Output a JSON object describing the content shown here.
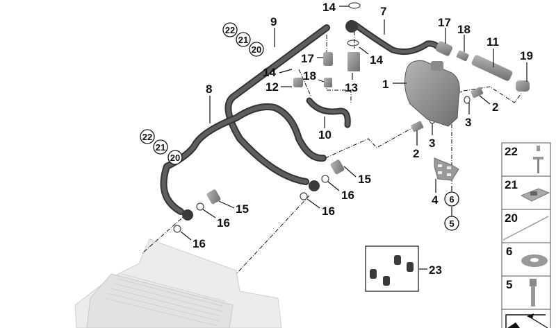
{
  "diagram": {
    "title": "Oil cooler line / transmission oil cooler parts diagram",
    "colors": {
      "hose": "#4a4a4a",
      "hose_light": "#6a6a6a",
      "part": "#8a8a8a",
      "cooler": "#e4e4e4",
      "line": "#111111"
    },
    "callouts": [
      {
        "id": "c14a",
        "text": "14"
      },
      {
        "id": "c7",
        "text": "7"
      },
      {
        "id": "c9",
        "text": "9"
      },
      {
        "id": "c14b",
        "text": "14"
      },
      {
        "id": "c17a",
        "text": "17"
      },
      {
        "id": "c14c",
        "text": "14"
      },
      {
        "id": "c12",
        "text": "12"
      },
      {
        "id": "c18a",
        "text": "18"
      },
      {
        "id": "c13",
        "text": "13"
      },
      {
        "id": "c17b",
        "text": "17"
      },
      {
        "id": "c18b",
        "text": "18"
      },
      {
        "id": "c11",
        "text": "11"
      },
      {
        "id": "c19",
        "text": "19"
      },
      {
        "id": "c1",
        "text": "1"
      },
      {
        "id": "c2a",
        "text": "2"
      },
      {
        "id": "c3a",
        "text": "3"
      },
      {
        "id": "c2b",
        "text": "2"
      },
      {
        "id": "c3b",
        "text": "3"
      },
      {
        "id": "c4",
        "text": "4"
      },
      {
        "id": "c8",
        "text": "8"
      },
      {
        "id": "c10",
        "text": "10"
      },
      {
        "id": "c15a",
        "text": "15"
      },
      {
        "id": "c16a",
        "text": "16"
      },
      {
        "id": "c16b",
        "text": "16"
      },
      {
        "id": "c15b",
        "text": "15"
      },
      {
        "id": "c16c",
        "text": "16"
      },
      {
        "id": "c16d",
        "text": "16"
      },
      {
        "id": "c23",
        "text": "23"
      }
    ],
    "circled_callouts": [
      {
        "id": "cc22a",
        "text": "22"
      },
      {
        "id": "cc21a",
        "text": "21"
      },
      {
        "id": "cc20a",
        "text": "20"
      },
      {
        "id": "cc22b",
        "text": "22"
      },
      {
        "id": "cc21b",
        "text": "21"
      },
      {
        "id": "cc20b",
        "text": "20"
      },
      {
        "id": "cc6",
        "text": "6"
      },
      {
        "id": "cc5",
        "text": "5"
      }
    ],
    "legend_panel": [
      {
        "number": "22",
        "part": "blind-rivet"
      },
      {
        "number": "21",
        "part": "cable-tie-mount"
      },
      {
        "number": "20",
        "part": "cable-tie"
      },
      {
        "number": "6",
        "part": "washer"
      },
      {
        "number": "5",
        "part": "socket-head-screw"
      },
      {
        "number": "",
        "part": "navigation-arrow"
      }
    ]
  }
}
